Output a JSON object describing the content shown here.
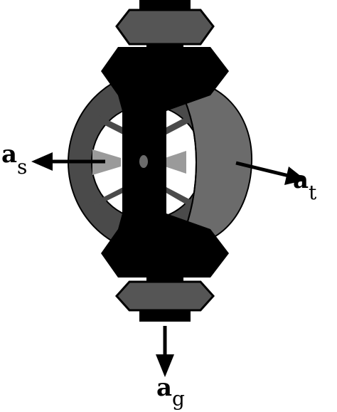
{
  "labels": {
    "a_s": {
      "main": "a",
      "sub": "s"
    },
    "a_t": {
      "main": "a",
      "sub": "t"
    },
    "a_g": {
      "main": "a",
      "sub": "g"
    }
  },
  "colors": {
    "dark_gray": "#3f3f3f",
    "mid_gray": "#6b6b6b",
    "black": "#000000",
    "white": "#ffffff"
  }
}
